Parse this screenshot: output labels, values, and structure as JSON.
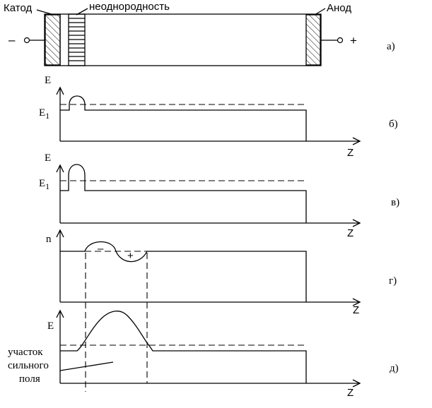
{
  "device": {
    "cathode_label": "Катод",
    "inhomogeneity_label": "неоднородность",
    "anode_label": "Анод",
    "minus_sign": "–",
    "plus_sign": "+"
  },
  "panels": {
    "a": {
      "letter": "а)"
    },
    "b": {
      "letter": "б)",
      "y_axis": "E",
      "level_label_main": "E",
      "level_label_sub": "1",
      "x_axis": "Z"
    },
    "v": {
      "letter": "в)",
      "y_axis": "E",
      "level_label_main": "E",
      "level_label_sub": "1",
      "x_axis": "Z"
    },
    "g": {
      "letter": "г)",
      "y_axis": "n",
      "x_axis": "Z",
      "minus_mark": "–",
      "plus_mark": "+"
    },
    "d": {
      "letter": "д)",
      "y_axis": "E",
      "x_axis": "Z",
      "region_label_lines": [
        "участок",
        "сильного",
        "поля"
      ]
    }
  }
}
